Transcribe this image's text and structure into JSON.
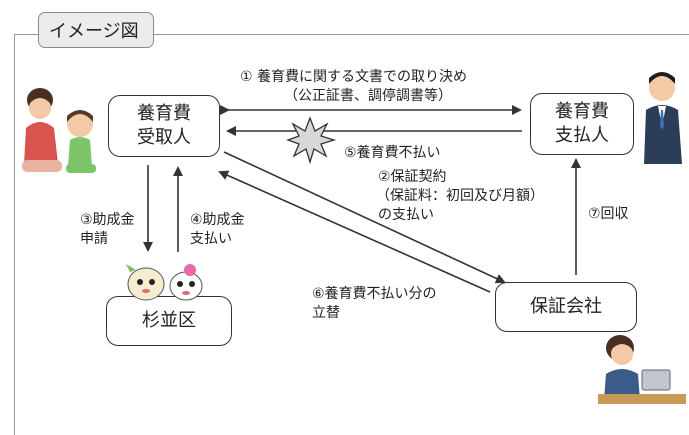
{
  "title_tab": "イメージ図",
  "nodes": {
    "recipient": [
      "養育費",
      "受取人"
    ],
    "payer": [
      "養育費",
      "支払人"
    ],
    "suginami": "杉並区",
    "guarantor": "保証会社"
  },
  "labels": {
    "step1_line1": "① 養育費に関する文書での取り決め",
    "step1_line2": "（公正証書、調停調書等）",
    "step5": "⑤養育費不払い",
    "step2_line1": "②保証契約",
    "step2_line2": "（保証料：初回及び月額）",
    "step2_line3": "の支払い",
    "step3_line1": "③助成金",
    "step3_line2": "申請",
    "step4_line1": "④助成金",
    "step4_line2": "支払い",
    "step6_line1": "⑥養育費不払い分の",
    "step6_line2": "立替",
    "step7": "⑦回収"
  },
  "icons": [
    "mother-child-illustration",
    "businessman-illustration",
    "mascot-characters-illustration",
    "office-worker-illustration",
    "burst-icon"
  ]
}
